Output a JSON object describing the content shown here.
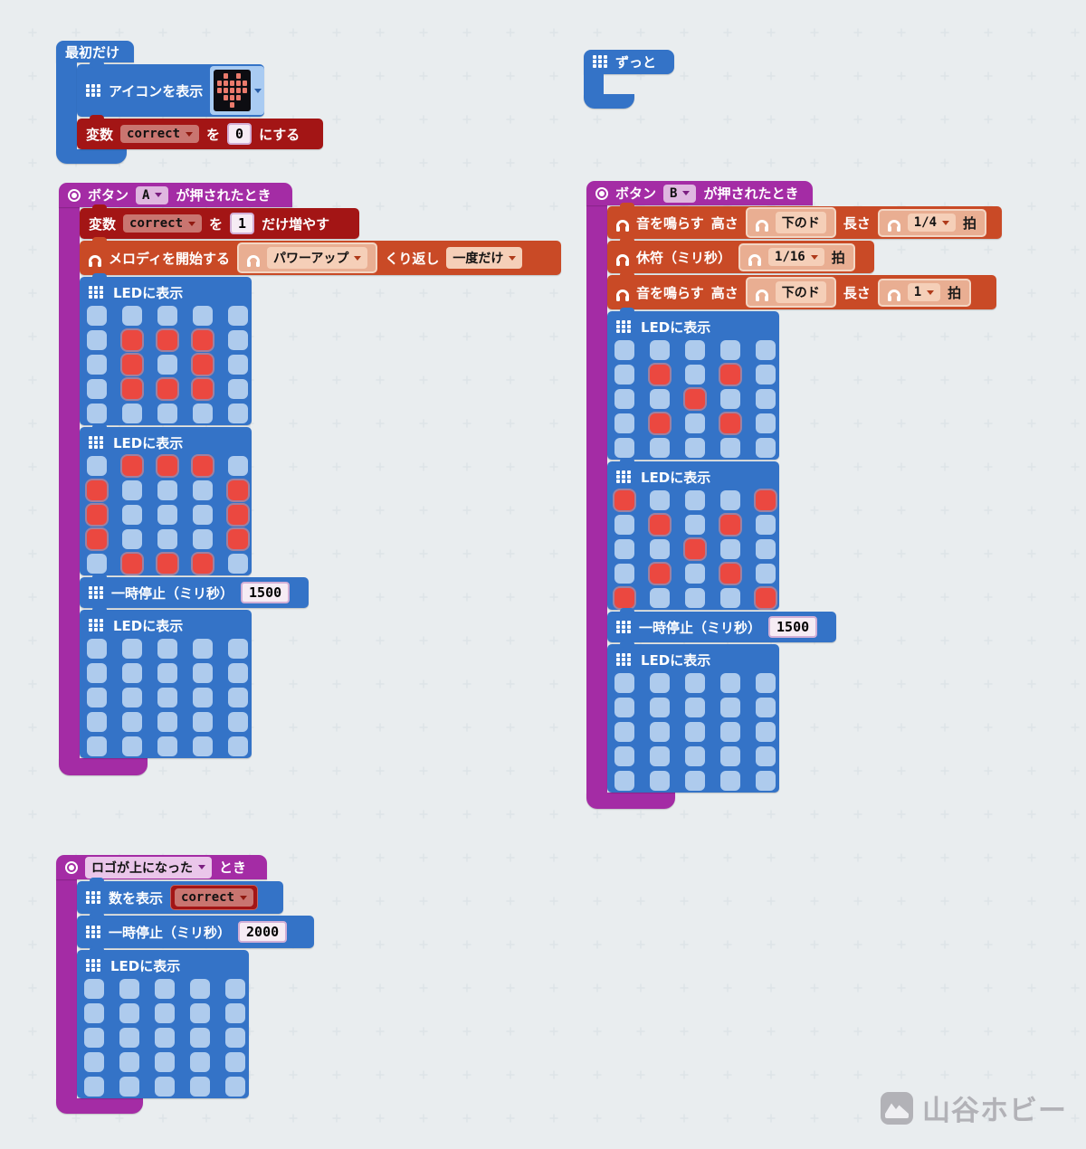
{
  "on_start": {
    "label": "最初だけ",
    "show_icon": {
      "label": "アイコンを表示",
      "icon_name": "heart",
      "icon": [
        [
          0,
          1,
          0,
          1,
          0
        ],
        [
          1,
          1,
          1,
          1,
          1
        ],
        [
          1,
          1,
          1,
          1,
          1
        ],
        [
          0,
          1,
          1,
          1,
          0
        ],
        [
          0,
          0,
          1,
          0,
          0
        ]
      ]
    },
    "set_var": {
      "kw": "変数",
      "var": "correct",
      "particle": "を",
      "value": "0",
      "tail": "にする"
    }
  },
  "forever": {
    "label": "ずっと"
  },
  "button_a": {
    "header": {
      "kw": "ボタン",
      "button": "A",
      "tail": "が押されたとき"
    },
    "change_var": {
      "kw": "変数",
      "var": "correct",
      "particle": "を",
      "value": "1",
      "tail": "だけ増やす"
    },
    "melody": {
      "label": "メロディを開始する",
      "melody": "パワーアップ",
      "repeat_kw": "くり返し",
      "repeat": "一度だけ"
    },
    "led1": {
      "label": "LEDに表示",
      "grid": [
        [
          0,
          0,
          0,
          0,
          0
        ],
        [
          0,
          1,
          1,
          1,
          0
        ],
        [
          0,
          1,
          0,
          1,
          0
        ],
        [
          0,
          1,
          1,
          1,
          0
        ],
        [
          0,
          0,
          0,
          0,
          0
        ]
      ]
    },
    "led2": {
      "label": "LEDに表示",
      "grid": [
        [
          0,
          1,
          1,
          1,
          0
        ],
        [
          1,
          0,
          0,
          0,
          1
        ],
        [
          1,
          0,
          0,
          0,
          1
        ],
        [
          1,
          0,
          0,
          0,
          1
        ],
        [
          0,
          1,
          1,
          1,
          0
        ]
      ]
    },
    "pause": {
      "label": "一時停止（ミリ秒）",
      "value": "1500"
    },
    "led3": {
      "label": "LEDに表示",
      "grid": [
        [
          0,
          0,
          0,
          0,
          0
        ],
        [
          0,
          0,
          0,
          0,
          0
        ],
        [
          0,
          0,
          0,
          0,
          0
        ],
        [
          0,
          0,
          0,
          0,
          0
        ],
        [
          0,
          0,
          0,
          0,
          0
        ]
      ]
    }
  },
  "button_b": {
    "header": {
      "kw": "ボタン",
      "button": "B",
      "tail": "が押されたとき"
    },
    "tone1": {
      "label": "音を鳴らす",
      "pitch_kw": "高さ",
      "pitch": "下のド",
      "len_kw": "長さ",
      "beat": "1/4",
      "unit": "拍"
    },
    "rest": {
      "label": "休符（ミリ秒）",
      "beat": "1/16",
      "unit": "拍"
    },
    "tone2": {
      "label": "音を鳴らす",
      "pitch_kw": "高さ",
      "pitch": "下のド",
      "len_kw": "長さ",
      "beat": "1",
      "unit": "拍"
    },
    "led1": {
      "label": "LEDに表示",
      "grid": [
        [
          0,
          0,
          0,
          0,
          0
        ],
        [
          0,
          1,
          0,
          1,
          0
        ],
        [
          0,
          0,
          1,
          0,
          0
        ],
        [
          0,
          1,
          0,
          1,
          0
        ],
        [
          0,
          0,
          0,
          0,
          0
        ]
      ]
    },
    "led2": {
      "label": "LEDに表示",
      "grid": [
        [
          1,
          0,
          0,
          0,
          1
        ],
        [
          0,
          1,
          0,
          1,
          0
        ],
        [
          0,
          0,
          1,
          0,
          0
        ],
        [
          0,
          1,
          0,
          1,
          0
        ],
        [
          1,
          0,
          0,
          0,
          1
        ]
      ]
    },
    "pause": {
      "label": "一時停止（ミリ秒）",
      "value": "1500"
    },
    "led3": {
      "label": "LEDに表示",
      "grid": [
        [
          0,
          0,
          0,
          0,
          0
        ],
        [
          0,
          0,
          0,
          0,
          0
        ],
        [
          0,
          0,
          0,
          0,
          0
        ],
        [
          0,
          0,
          0,
          0,
          0
        ],
        [
          0,
          0,
          0,
          0,
          0
        ]
      ]
    }
  },
  "logo_up": {
    "header": {
      "event": "ロゴが上になった",
      "tail": "とき"
    },
    "show_number": {
      "label": "数を表示",
      "var": "correct"
    },
    "pause": {
      "label": "一時停止（ミリ秒）",
      "value": "2000"
    },
    "led": {
      "label": "LEDに表示",
      "grid": [
        [
          0,
          0,
          0,
          0,
          0
        ],
        [
          0,
          0,
          0,
          0,
          0
        ],
        [
          0,
          0,
          0,
          0,
          0
        ],
        [
          0,
          0,
          0,
          0,
          0
        ],
        [
          0,
          0,
          0,
          0,
          0
        ]
      ]
    }
  },
  "watermark": {
    "text": "山谷ホビー"
  }
}
